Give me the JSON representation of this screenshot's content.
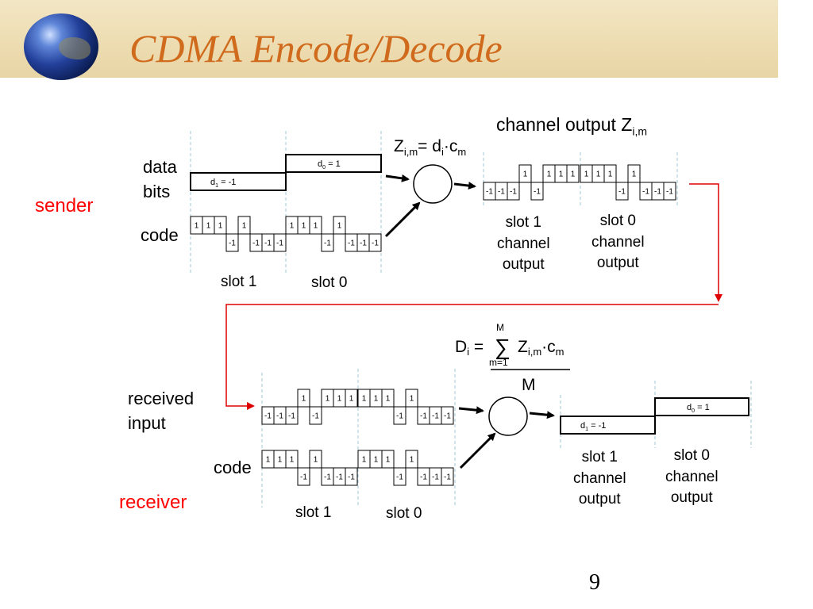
{
  "title": "CDMA Encode/Decode",
  "page_number": "9",
  "sender": {
    "role_label": "sender",
    "data_label_line1": "data",
    "data_label_line2": "bits",
    "code_label": "code",
    "d1_label": "d",
    "d1_sub": "1",
    "d1_value": " = -1",
    "d0_label": "d",
    "d0_sub": "0",
    "d0_value": " = 1",
    "slot1_label": "slot 1",
    "slot0_label": "slot 0",
    "code_chips": [
      "1",
      "1",
      "1",
      "-1",
      "1",
      "-1",
      "-1",
      "-1"
    ],
    "encode_formula": {
      "z": "Z",
      "z_sub": "i,m",
      "eq": "= d",
      "d_sub": "i",
      "dot_c": "·c",
      "c_sub": "m"
    },
    "channel_output_title": "channel output Z",
    "channel_output_sub": "i,m",
    "channel_chips_slot1": [
      "-1",
      "-1",
      "-1",
      "1",
      "-1",
      "1",
      "1",
      "1"
    ],
    "channel_chips_slot0": [
      "1",
      "1",
      "1",
      "-1",
      "1",
      "-1",
      "-1",
      "-1"
    ],
    "slot1_output_label": [
      "slot 1",
      "channel",
      "output"
    ],
    "slot0_output_label": [
      "slot 0",
      "channel",
      "output"
    ]
  },
  "receiver": {
    "role_label": "receiver",
    "received_label_line1": "received",
    "received_label_line2": "input",
    "code_label": "code",
    "received_chips_slot1": [
      "-1",
      "-1",
      "-1",
      "1",
      "-1",
      "1",
      "1",
      "1"
    ],
    "received_chips_slot0": [
      "1",
      "1",
      "1",
      "-1",
      "1",
      "-1",
      "-1",
      "-1"
    ],
    "code_chips": [
      "1",
      "1",
      "1",
      "-1",
      "1",
      "-1",
      "-1",
      "-1"
    ],
    "slot1_label": "slot 1",
    "slot0_label": "slot 0",
    "decode_formula": {
      "d": "D",
      "d_sub": "i",
      "eq": " =",
      "sigma": "∑",
      "upper": "M",
      "lower": "m=1",
      "z": "Z",
      "z_sub": "i,m",
      "dot_c": "·c",
      "c_sub": "m",
      "denominator": "M"
    },
    "d1_label": "d",
    "d1_sub": "1",
    "d1_value": " = -1",
    "d0_label": "d",
    "d0_sub": "0",
    "d0_value": " = 1",
    "slot1_output_label": [
      "slot 1",
      "channel",
      "output"
    ],
    "slot0_output_label": [
      "slot 0",
      "channel",
      "output"
    ]
  },
  "colors": {
    "title": "#d06a1c",
    "role_label": "#ff0000",
    "flow_arrow": "#dd0000",
    "banner": "#eddcb0"
  }
}
